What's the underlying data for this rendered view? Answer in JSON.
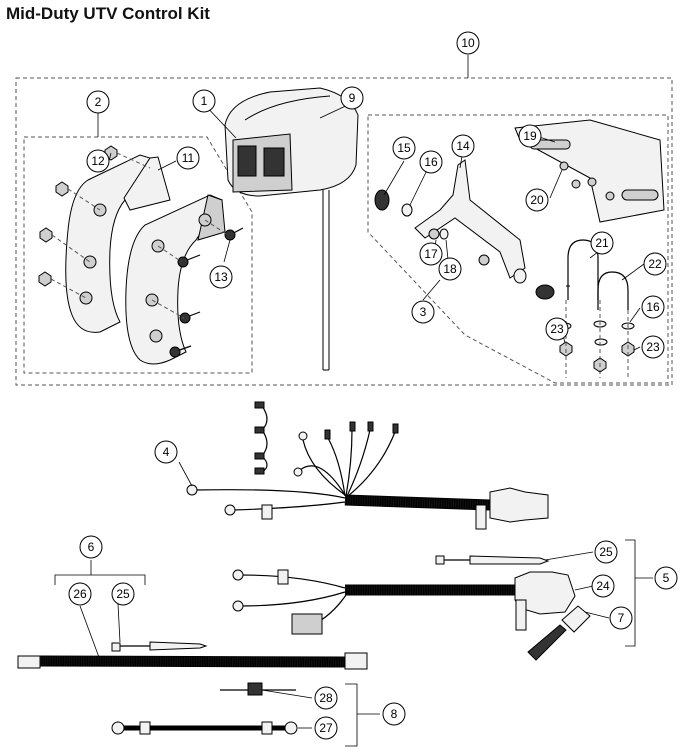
{
  "title": "Mid-Duty UTV Control Kit",
  "callouts": [
    "1",
    "2",
    "3",
    "4",
    "5",
    "6",
    "7",
    "8",
    "9",
    "10",
    "11",
    "12",
    "13",
    "14",
    "15",
    "16",
    "16",
    "17",
    "18",
    "19",
    "20",
    "21",
    "22",
    "23",
    "23",
    "24",
    "25",
    "25",
    "26",
    "27",
    "28"
  ]
}
